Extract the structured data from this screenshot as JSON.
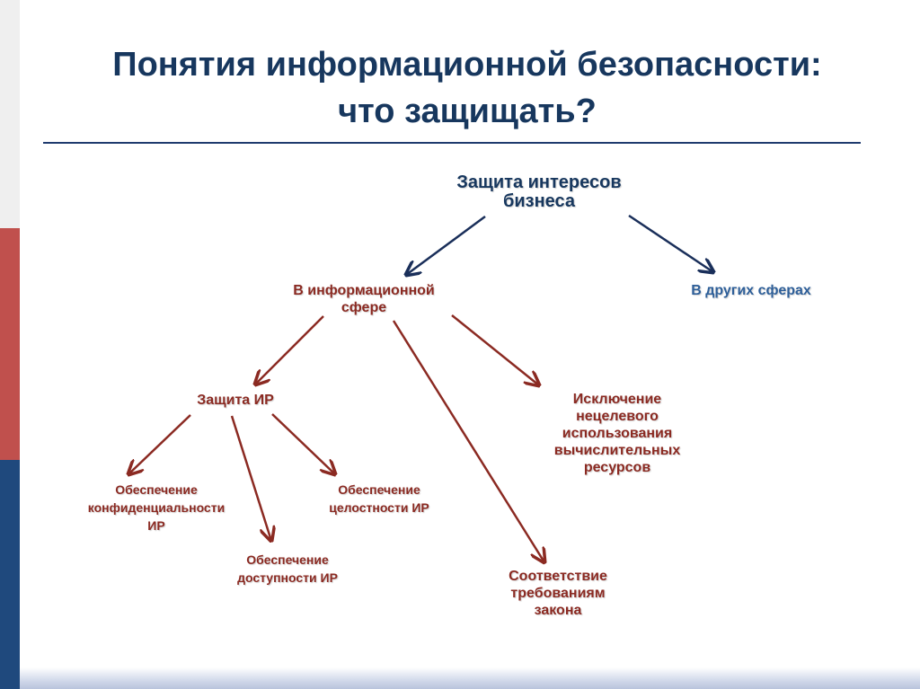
{
  "title": {
    "line1": "Понятия информационной безопасности:",
    "line2": "что защищать?"
  },
  "nodes": {
    "root": {
      "line1": "Защита интересов",
      "line2": "бизнеса"
    },
    "info_sphere": {
      "line1": "В информационной",
      "line2": "сфере"
    },
    "other_spheres": {
      "line1": "В других сферах"
    },
    "protect_ir": {
      "line1": "Защита ИР"
    },
    "exclusion": {
      "line1": "Исключение",
      "line2": "нецелевого",
      "line3": "использования",
      "line4": "вычислительных",
      "line5": "ресурсов"
    },
    "confidentiality": {
      "line1": "Обеспечение",
      "line2": "конфиденциальности",
      "line3": "ИР"
    },
    "integrity": {
      "line1": "Обеспечение",
      "line2": "целостности ИР"
    },
    "availability": {
      "line1": "Обеспечение",
      "line2": "доступности ИР"
    },
    "law": {
      "line1": "Соответствие",
      "line2": "требованиям",
      "line3": "закона"
    }
  },
  "colors": {
    "navy": "#17375e",
    "brown": "#8b2a22",
    "blue": "#2e5f99",
    "arrow_navy": "#1a2f5a",
    "arrow_brown": "#8b2a22",
    "stripe_red": "#c0504d",
    "stripe_blue": "#1f497d"
  }
}
